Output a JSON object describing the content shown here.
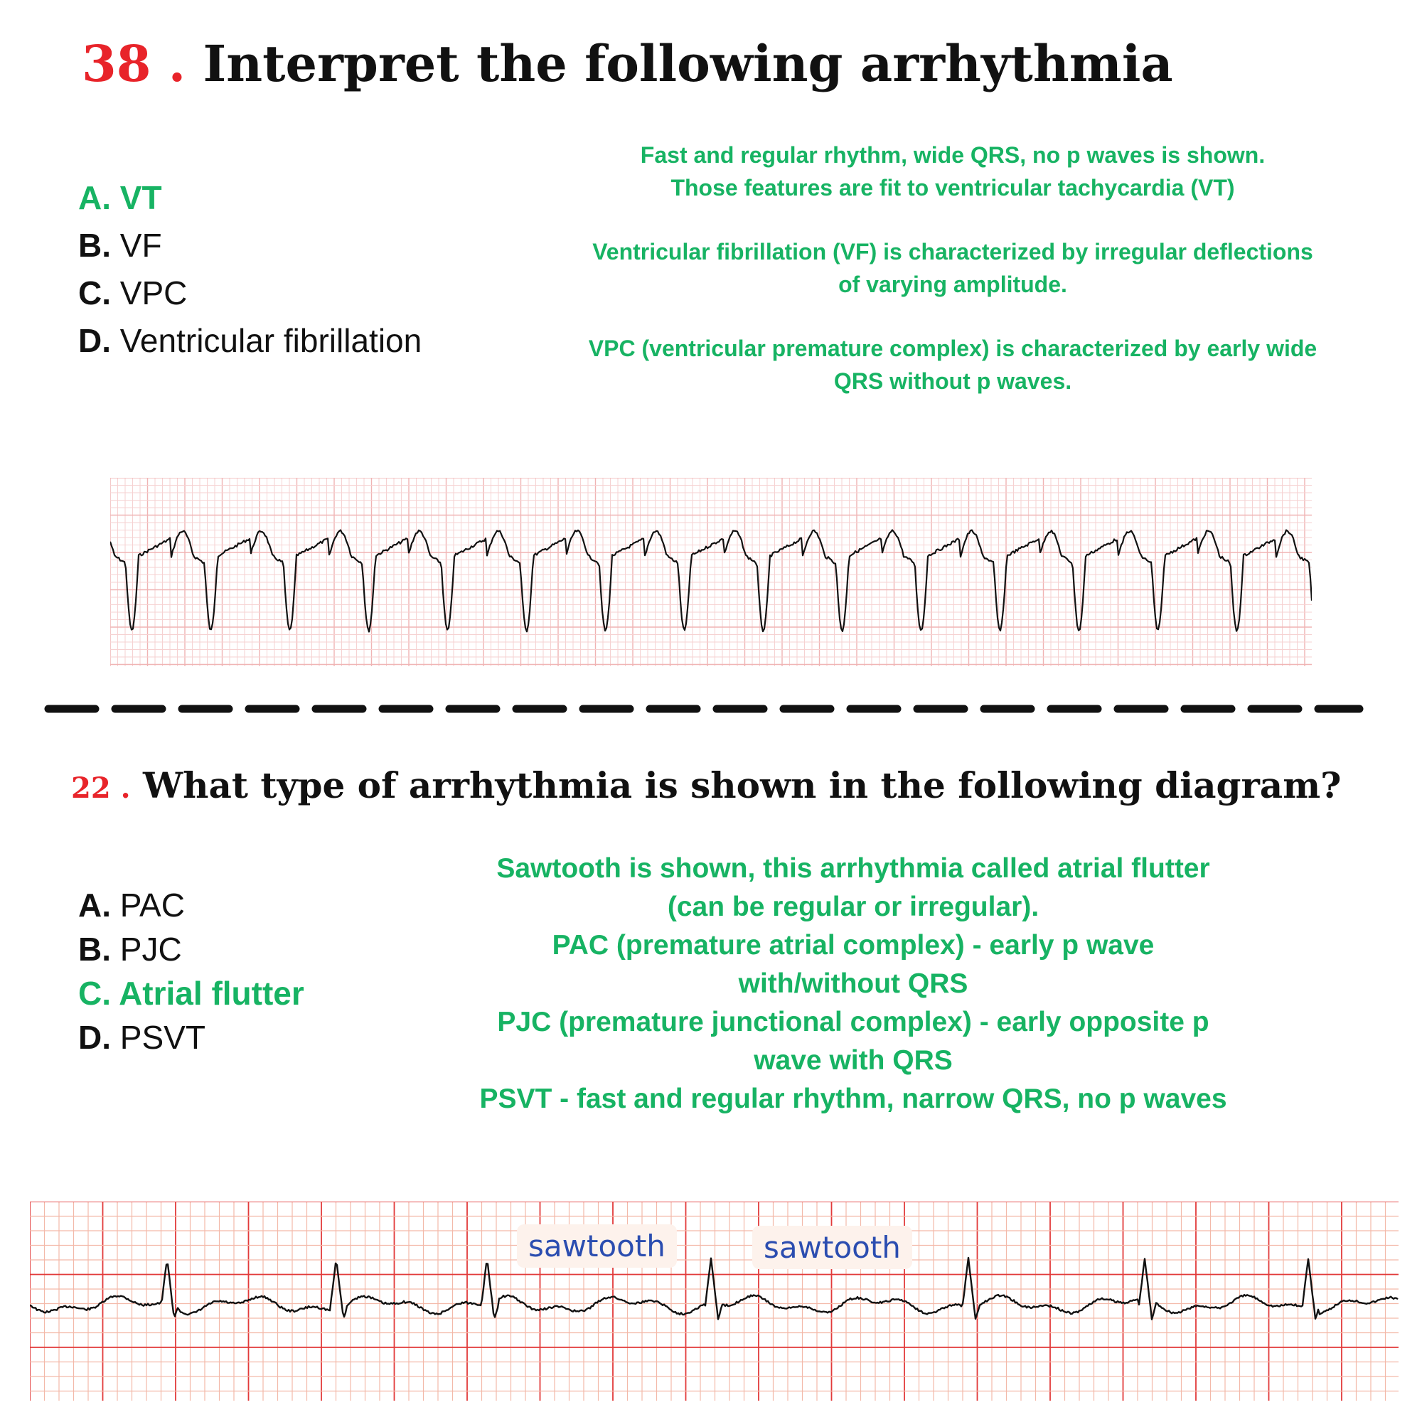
{
  "q1": {
    "number": "38 .",
    "title": "Interpret the following arrhythmia",
    "options": [
      {
        "letter": "A.",
        "text": "VT"
      },
      {
        "letter": "B.",
        "text": "VF"
      },
      {
        "letter": "C.",
        "text": "VPC"
      },
      {
        "letter": "D.",
        "text": "Ventricular fibrillation"
      }
    ],
    "explanation": [
      "Fast and regular rhythm, wide QRS, no p waves is shown.",
      "Those features are fit to ventricular tachycardia (VT)",
      "Ventricular fibrillation (VF) is characterized by irregular deflections",
      "of varying amplitude.",
      "VPC (ventricular premature complex) is characterized by early wide",
      "QRS without p waves."
    ]
  },
  "q2": {
    "number": "22 .",
    "title": "What type of arrhythmia is shown in the following diagram?",
    "options": [
      {
        "letter": "A.",
        "text": "PAC"
      },
      {
        "letter": "B.",
        "text": "PJC"
      },
      {
        "letter": "C.",
        "text": "Atrial flutter"
      },
      {
        "letter": "D.",
        "text": "PSVT"
      }
    ],
    "explanation": [
      "Sawtooth is shown, this arrhythmia called atrial flutter",
      "(can be regular or irregular).",
      "PAC (premature atrial complex) - early p wave",
      "with/without QRS",
      "PJC (premature junctional complex) - early opposite p",
      "wave with QRS",
      "PSVT - fast and regular rhythm, narrow QRS, no p waves"
    ],
    "annotations": [
      "sawtooth",
      "sawtooth"
    ]
  },
  "colors": {
    "question_number": "#e8242a",
    "correct": "#17b363",
    "annotation_text": "#2b4db0"
  }
}
